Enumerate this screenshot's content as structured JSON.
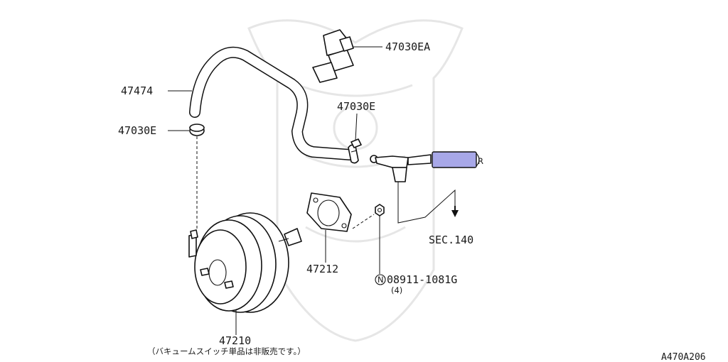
{
  "diagram": {
    "parts": {
      "clip_ea": "47030EA",
      "hose": "47474",
      "clip_e_top": "47030E",
      "clip_e_left": "47030E",
      "gasket": "47212",
      "booster": "47210",
      "booster_note": "（バキュームスイッチ単品は非販売です。）",
      "nut_symbol": "N",
      "nut": "08911-1081G",
      "nut_qty": "(4)",
      "section_ref": "SEC.140",
      "hose_end_mark": "R"
    },
    "diagram_code": "A470A206",
    "colors": {
      "highlight_fill": "#a8a8e8",
      "line": "#111111",
      "watermark": "#e6e6e6"
    }
  }
}
